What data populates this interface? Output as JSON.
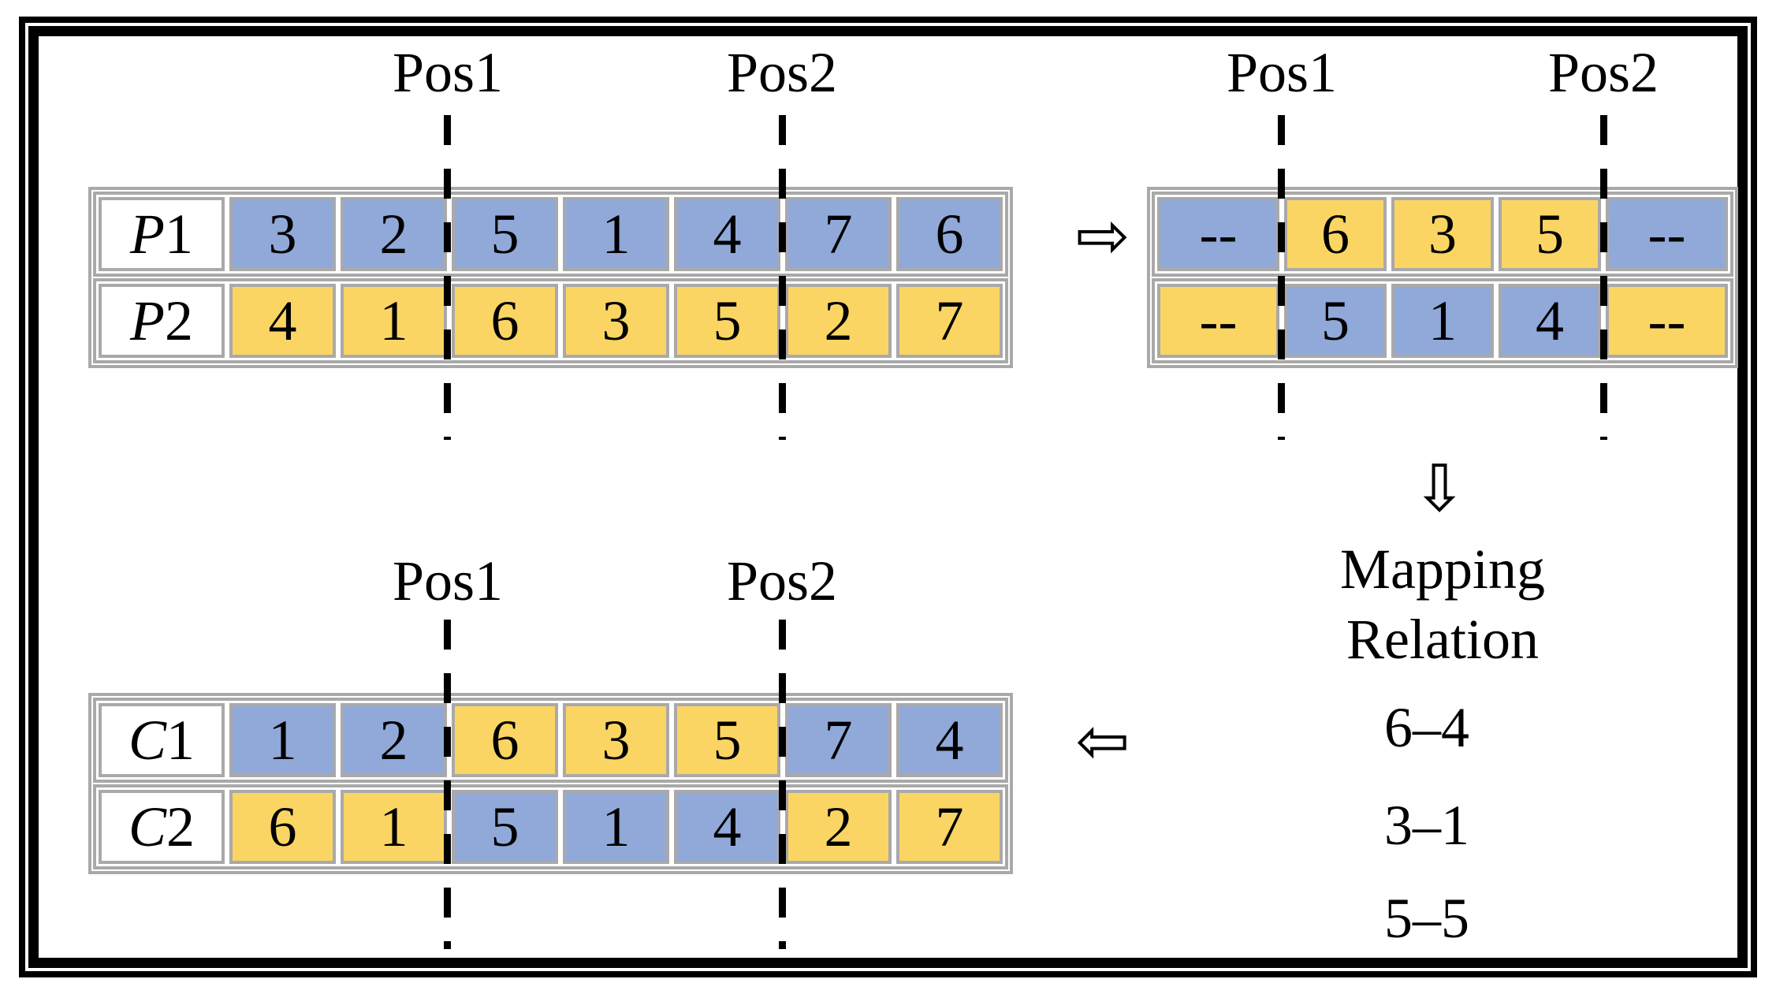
{
  "colors": {
    "blue": "#90A9D9",
    "yellow": "#FBD563",
    "border_gray": "#A9A9A9",
    "line_black": "#000000"
  },
  "labels": {
    "pos1": "Pos1",
    "pos2": "Pos2"
  },
  "arrows": {
    "right": "⇨",
    "down": "⇩",
    "left": "⇦"
  },
  "mapping": {
    "title_line1": "Mapping",
    "title_line2": "Relation",
    "pairs": [
      "6–4",
      "3–1",
      "5–5"
    ]
  },
  "tables": {
    "parents": {
      "rows": [
        {
          "label_prefix": "P",
          "label_suffix": "1",
          "cells": [
            {
              "value": "3",
              "color": "blue"
            },
            {
              "value": "2",
              "color": "blue"
            },
            {
              "value": "5",
              "color": "blue"
            },
            {
              "value": "1",
              "color": "blue"
            },
            {
              "value": "4",
              "color": "blue"
            },
            {
              "value": "7",
              "color": "blue"
            },
            {
              "value": "6",
              "color": "blue"
            }
          ]
        },
        {
          "label_prefix": "P",
          "label_suffix": "2",
          "cells": [
            {
              "value": "4",
              "color": "yellow"
            },
            {
              "value": "1",
              "color": "yellow"
            },
            {
              "value": "6",
              "color": "yellow"
            },
            {
              "value": "3",
              "color": "yellow"
            },
            {
              "value": "5",
              "color": "yellow"
            },
            {
              "value": "2",
              "color": "yellow"
            },
            {
              "value": "7",
              "color": "yellow"
            }
          ]
        }
      ]
    },
    "intermediate": {
      "rows": [
        {
          "cells": [
            {
              "value": "--",
              "color": "blue"
            },
            {
              "value": "6",
              "color": "yellow"
            },
            {
              "value": "3",
              "color": "yellow"
            },
            {
              "value": "5",
              "color": "yellow"
            },
            {
              "value": "--",
              "color": "blue"
            }
          ]
        },
        {
          "cells": [
            {
              "value": "--",
              "color": "yellow"
            },
            {
              "value": "5",
              "color": "blue"
            },
            {
              "value": "1",
              "color": "blue"
            },
            {
              "value": "4",
              "color": "blue"
            },
            {
              "value": "--",
              "color": "yellow"
            }
          ]
        }
      ]
    },
    "children": {
      "rows": [
        {
          "label_prefix": "C",
          "label_suffix": "1",
          "cells": [
            {
              "value": "1",
              "color": "blue"
            },
            {
              "value": "2",
              "color": "blue"
            },
            {
              "value": "6",
              "color": "yellow"
            },
            {
              "value": "3",
              "color": "yellow"
            },
            {
              "value": "5",
              "color": "yellow"
            },
            {
              "value": "7",
              "color": "blue"
            },
            {
              "value": "4",
              "color": "blue"
            }
          ]
        },
        {
          "label_prefix": "C",
          "label_suffix": "2",
          "cells": [
            {
              "value": "6",
              "color": "yellow"
            },
            {
              "value": "1",
              "color": "yellow"
            },
            {
              "value": "5",
              "color": "blue"
            },
            {
              "value": "1",
              "color": "blue"
            },
            {
              "value": "4",
              "color": "blue"
            },
            {
              "value": "2",
              "color": "yellow"
            },
            {
              "value": "7",
              "color": "yellow"
            }
          ]
        }
      ]
    }
  }
}
